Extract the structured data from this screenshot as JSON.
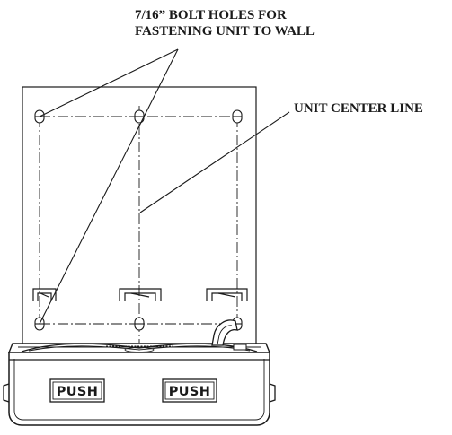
{
  "callouts": {
    "bolt_holes_line1": "7/16” BOLT  HOLES FOR",
    "bolt_holes_line2": "FASTENING UNIT TO WALL",
    "unit_center_line": "UNIT CENTER LINE"
  },
  "buttons": {
    "left_label": "PUSH",
    "right_label": "PUSH"
  },
  "colors": {
    "line": "#1a1a1a",
    "paper": "#ffffff"
  }
}
